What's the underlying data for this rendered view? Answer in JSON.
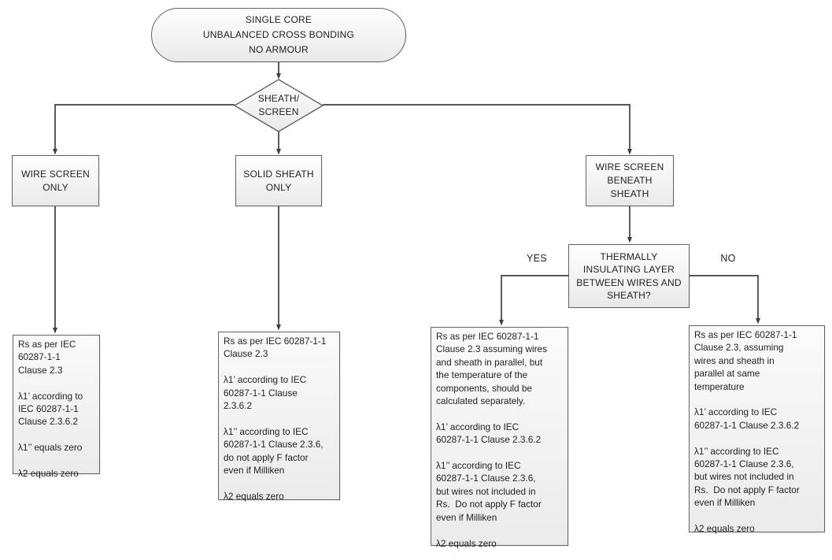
{
  "diagram": {
    "kind": "flowchart",
    "nodes": {
      "start": "SINGLE CORE\nUNBALANCED CROSS BONDING\nNO ARMOUR",
      "decision_sheath_screen": "SHEATH/\nSCREEN",
      "wire_screen_only": "WIRE SCREEN\nONLY",
      "solid_sheath_only": "SOLID SHEATH\nONLY",
      "wire_screen_beneath_sheath": "WIRE SCREEN\nBENEATH\nSHEATH",
      "thermal_layer_question": "THERMALLY\nINSULATING LAYER\nBETWEEN WIRES AND\nSHEATH?",
      "outcome_wire_screen_only": "Rs as per IEC\n60287-1-1\nClause 2.3\n\nλ1’ according to\nIEC 60287-1-1\nClause 2.3.6.2\n\nλ1’’ equals zero\n\nλ2 equals zero",
      "outcome_solid_sheath_only": "Rs as per IEC 60287-1-1\nClause 2.3\n\nλ1’ according to IEC\n60287-1-1 Clause\n2.3.6.2\n\nλ1’’ according to IEC\n60287-1-1 Clause 2.3.6,\ndo not apply F factor\neven if Milliken\n\nλ2 equals zero",
      "outcome_thermal_yes": "Rs as per IEC 60287-1-1\nClause 2.3 assuming wires\nand sheath in parallel, but\nthe temperature of the\ncomponents, should be\ncalculated separately.\n\nλ1’ according to IEC\n60287-1-1 Clause 2.3.6.2\n\nλ1’’ according to IEC\n60287-1-1 Clause 2.3.6,\nbut wires not included in\nRs.  Do not apply F factor\neven if Milliken\n\nλ2 equals zero",
      "outcome_thermal_no": "Rs as per IEC 60287-1-1\nClause 2.3, assuming\nwires and sheath in\nparallel at same\ntemperature\n\nλ1’ according to IEC\n60287-1-1 Clause 2.3.6.2\n\nλ1’’ according to IEC\n60287-1-1 Clause 2.3.6,\nbut wires not included in\nRs.  Do not apply F factor\neven if Milliken\n\nλ2 equals zero"
    },
    "edge_labels": {
      "yes": "YES",
      "no": "NO"
    },
    "colors": {
      "shape_border": "#616264",
      "shape_fill_top": "#fdfdfd",
      "shape_fill_bottom": "#e9e9e9",
      "connector_line": "#404040",
      "text": "#1f1f1f",
      "background": "#ffffff"
    }
  }
}
